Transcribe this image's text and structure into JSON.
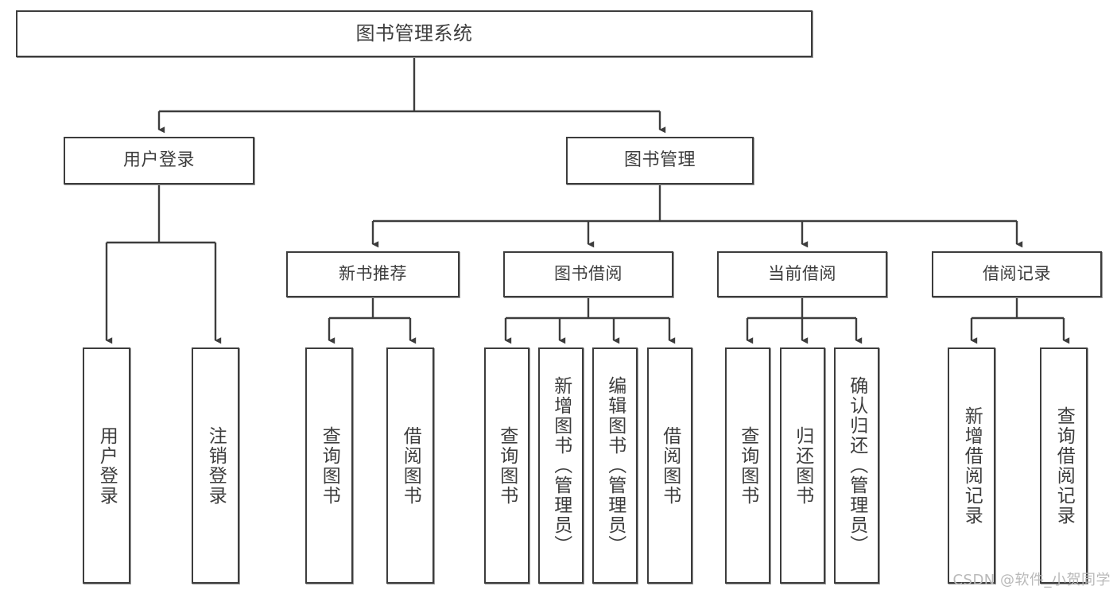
{
  "diagram": {
    "title": "图书管理系统",
    "type": "tree-hierarchy",
    "watermark": "CSDN @软件_小贺同学",
    "colors": {
      "box_border": "#3d3d3d",
      "box_fill": "#ffffff",
      "connector": "#3d3d3d",
      "watermark": "#b9b9b9",
      "background": "#ffffff"
    },
    "root": {
      "label": "图书管理系统"
    },
    "level1": [
      {
        "label": "用户登录"
      },
      {
        "label": "图书管理"
      }
    ],
    "level2": [
      {
        "label": "新书推荐"
      },
      {
        "label": "图书借阅"
      },
      {
        "label": "当前借阅"
      },
      {
        "label": "借阅记录"
      }
    ],
    "leaves": {
      "user_login": [
        {
          "label": "用户登录"
        },
        {
          "label": "注销登录"
        }
      ],
      "new_book_recommend": [
        {
          "label": "查询图书"
        },
        {
          "label": "借阅图书"
        }
      ],
      "book_borrow": [
        {
          "label": "查询图书"
        },
        {
          "label": "新增图书（管理员）"
        },
        {
          "label": "编辑图书（管理员）"
        },
        {
          "label": "借阅图书"
        }
      ],
      "current_borrow": [
        {
          "label": "查询图书"
        },
        {
          "label": "归还图书"
        },
        {
          "label": "确认归还（管理员）"
        }
      ],
      "borrow_record": [
        {
          "label": "新增借阅记录"
        },
        {
          "label": "查询借阅记录"
        }
      ]
    }
  }
}
